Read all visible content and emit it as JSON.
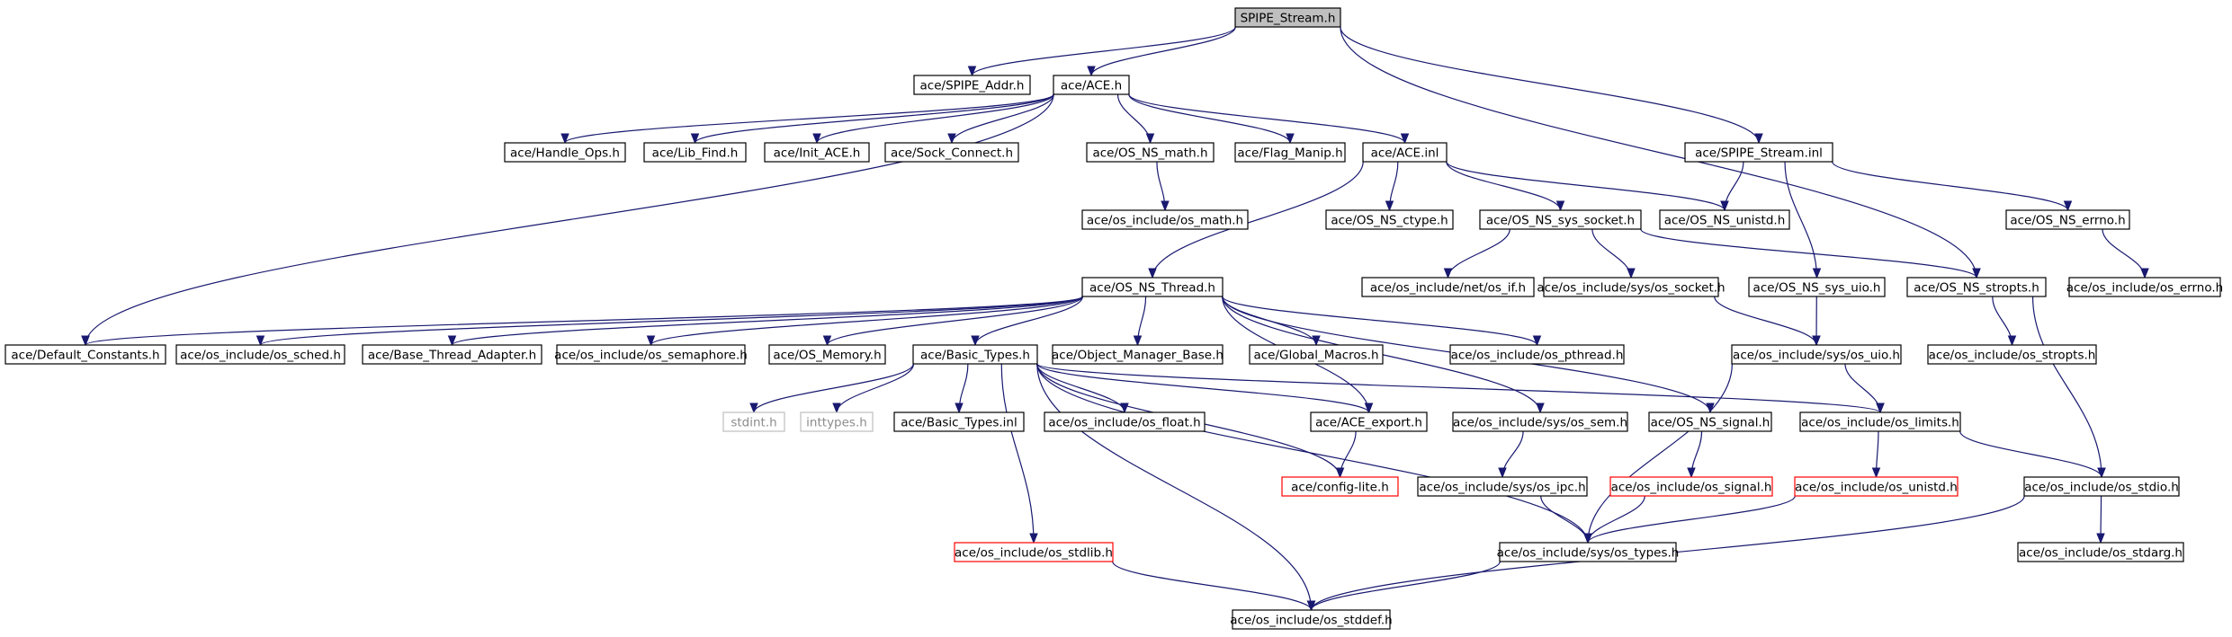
{
  "graph": {
    "colors": {
      "edge": "#191970",
      "node_border": "#000000",
      "missing_border": "#ff0000",
      "external_border": "#bfbfbf",
      "root_fill": "#bfbfbf",
      "background": "#ffffff"
    },
    "nodes": [
      {
        "id": "spipe_stream_h",
        "label": "SPIPE_Stream.h",
        "style": "root"
      },
      {
        "id": "spipe_addr",
        "label": "ace/SPIPE_Addr.h",
        "style": "normal"
      },
      {
        "id": "ace_h",
        "label": "ace/ACE.h",
        "style": "normal"
      },
      {
        "id": "spipe_stream_inl",
        "label": "ace/SPIPE_Stream.inl",
        "style": "normal"
      },
      {
        "id": "handle_ops",
        "label": "ace/Handle_Ops.h",
        "style": "normal"
      },
      {
        "id": "lib_find",
        "label": "ace/Lib_Find.h",
        "style": "normal"
      },
      {
        "id": "init_ace",
        "label": "ace/Init_ACE.h",
        "style": "normal"
      },
      {
        "id": "sock_connect",
        "label": "ace/Sock_Connect.h",
        "style": "normal"
      },
      {
        "id": "os_ns_math",
        "label": "ace/OS_NS_math.h",
        "style": "normal"
      },
      {
        "id": "flag_manip",
        "label": "ace/Flag_Manip.h",
        "style": "normal"
      },
      {
        "id": "ace_inl",
        "label": "ace/ACE.inl",
        "style": "normal"
      },
      {
        "id": "os_math",
        "label": "ace/os_include/os_math.h",
        "style": "normal"
      },
      {
        "id": "os_ns_ctype",
        "label": "ace/OS_NS_ctype.h",
        "style": "normal"
      },
      {
        "id": "os_ns_sys_socket",
        "label": "ace/OS_NS_sys_socket.h",
        "style": "normal"
      },
      {
        "id": "os_ns_unistd",
        "label": "ace/OS_NS_unistd.h",
        "style": "normal"
      },
      {
        "id": "os_ns_errno",
        "label": "ace/OS_NS_errno.h",
        "style": "normal"
      },
      {
        "id": "os_errno",
        "label": "ace/os_include/os_errno.h",
        "style": "normal"
      },
      {
        "id": "os_ns_thread",
        "label": "ace/OS_NS_Thread.h",
        "style": "normal"
      },
      {
        "id": "net_os_if",
        "label": "ace/os_include/net/os_if.h",
        "style": "normal"
      },
      {
        "id": "sys_os_socket",
        "label": "ace/os_include/sys/os_socket.h",
        "style": "normal"
      },
      {
        "id": "os_ns_sys_uio",
        "label": "ace/OS_NS_sys_uio.h",
        "style": "normal"
      },
      {
        "id": "os_ns_stropts",
        "label": "ace/OS_NS_stropts.h",
        "style": "normal"
      },
      {
        "id": "default_constants",
        "label": "ace/Default_Constants.h",
        "style": "normal"
      },
      {
        "id": "os_sched",
        "label": "ace/os_include/os_sched.h",
        "style": "normal"
      },
      {
        "id": "base_thread_adapter",
        "label": "ace/Base_Thread_Adapter.h",
        "style": "normal"
      },
      {
        "id": "os_semaphore",
        "label": "ace/os_include/os_semaphore.h",
        "style": "normal"
      },
      {
        "id": "os_memory",
        "label": "ace/OS_Memory.h",
        "style": "normal"
      },
      {
        "id": "basic_types_h",
        "label": "ace/Basic_Types.h",
        "style": "normal"
      },
      {
        "id": "object_manager_base",
        "label": "ace/Object_Manager_Base.h",
        "style": "normal"
      },
      {
        "id": "global_macros",
        "label": "ace/Global_Macros.h",
        "style": "normal"
      },
      {
        "id": "os_pthread",
        "label": "ace/os_include/os_pthread.h",
        "style": "normal"
      },
      {
        "id": "sys_os_uio",
        "label": "ace/os_include/sys/os_uio.h",
        "style": "normal"
      },
      {
        "id": "os_stropts",
        "label": "ace/os_include/os_stropts.h",
        "style": "normal"
      },
      {
        "id": "stdint",
        "label": "stdint.h",
        "style": "external"
      },
      {
        "id": "inttypes",
        "label": "inttypes.h",
        "style": "external"
      },
      {
        "id": "basic_types_inl",
        "label": "ace/Basic_Types.inl",
        "style": "normal"
      },
      {
        "id": "os_float",
        "label": "ace/os_include/os_float.h",
        "style": "normal"
      },
      {
        "id": "ace_export",
        "label": "ace/ACE_export.h",
        "style": "normal"
      },
      {
        "id": "sys_os_sem",
        "label": "ace/os_include/sys/os_sem.h",
        "style": "normal"
      },
      {
        "id": "os_ns_signal",
        "label": "ace/OS_NS_signal.h",
        "style": "normal"
      },
      {
        "id": "os_limits",
        "label": "ace/os_include/os_limits.h",
        "style": "normal"
      },
      {
        "id": "config_lite",
        "label": "ace/config-lite.h",
        "style": "missing"
      },
      {
        "id": "sys_os_ipc",
        "label": "ace/os_include/sys/os_ipc.h",
        "style": "normal"
      },
      {
        "id": "os_signal",
        "label": "ace/os_include/os_signal.h",
        "style": "missing"
      },
      {
        "id": "os_unistd",
        "label": "ace/os_include/os_unistd.h",
        "style": "missing"
      },
      {
        "id": "os_stdio",
        "label": "ace/os_include/os_stdio.h",
        "style": "normal"
      },
      {
        "id": "os_stdlib",
        "label": "ace/os_include/os_stdlib.h",
        "style": "missing"
      },
      {
        "id": "sys_os_types",
        "label": "ace/os_include/sys/os_types.h",
        "style": "normal"
      },
      {
        "id": "os_stdarg",
        "label": "ace/os_include/os_stdarg.h",
        "style": "normal"
      },
      {
        "id": "os_stddef",
        "label": "ace/os_include/os_stddef.h",
        "style": "normal"
      }
    ],
    "edges": [
      [
        "spipe_stream_h",
        "spipe_addr"
      ],
      [
        "spipe_stream_h",
        "ace_h"
      ],
      [
        "spipe_stream_h",
        "spipe_stream_inl"
      ],
      [
        "spipe_stream_h",
        "os_ns_stropts"
      ],
      [
        "ace_h",
        "handle_ops"
      ],
      [
        "ace_h",
        "lib_find"
      ],
      [
        "ace_h",
        "init_ace"
      ],
      [
        "ace_h",
        "sock_connect"
      ],
      [
        "ace_h",
        "os_ns_math"
      ],
      [
        "ace_h",
        "flag_manip"
      ],
      [
        "ace_h",
        "ace_inl"
      ],
      [
        "ace_h",
        "default_constants"
      ],
      [
        "os_ns_math",
        "os_math"
      ],
      [
        "ace_inl",
        "os_ns_ctype"
      ],
      [
        "ace_inl",
        "os_ns_sys_socket"
      ],
      [
        "ace_inl",
        "os_ns_unistd"
      ],
      [
        "ace_inl",
        "os_ns_thread"
      ],
      [
        "spipe_stream_inl",
        "os_ns_unistd"
      ],
      [
        "spipe_stream_inl",
        "os_ns_errno"
      ],
      [
        "spipe_stream_inl",
        "os_ns_sys_uio"
      ],
      [
        "os_ns_errno",
        "os_errno"
      ],
      [
        "os_ns_sys_socket",
        "net_os_if"
      ],
      [
        "os_ns_sys_socket",
        "sys_os_socket"
      ],
      [
        "os_ns_sys_socket",
        "os_ns_stropts"
      ],
      [
        "sys_os_socket",
        "sys_os_uio"
      ],
      [
        "os_ns_sys_uio",
        "sys_os_uio"
      ],
      [
        "os_ns_stropts",
        "os_stropts"
      ],
      [
        "os_ns_stropts",
        "os_stdio"
      ],
      [
        "os_ns_thread",
        "default_constants"
      ],
      [
        "os_ns_thread",
        "os_sched"
      ],
      [
        "os_ns_thread",
        "base_thread_adapter"
      ],
      [
        "os_ns_thread",
        "os_semaphore"
      ],
      [
        "os_ns_thread",
        "os_memory"
      ],
      [
        "os_ns_thread",
        "basic_types_h"
      ],
      [
        "os_ns_thread",
        "object_manager_base"
      ],
      [
        "os_ns_thread",
        "global_macros"
      ],
      [
        "os_ns_thread",
        "os_pthread"
      ],
      [
        "os_ns_thread",
        "ace_export"
      ],
      [
        "os_ns_thread",
        "sys_os_sem"
      ],
      [
        "os_ns_thread",
        "os_ns_signal"
      ],
      [
        "basic_types_h",
        "stdint"
      ],
      [
        "basic_types_h",
        "inttypes"
      ],
      [
        "basic_types_h",
        "basic_types_inl"
      ],
      [
        "basic_types_h",
        "os_float"
      ],
      [
        "basic_types_h",
        "ace_export"
      ],
      [
        "basic_types_h",
        "config_lite"
      ],
      [
        "basic_types_h",
        "os_limits"
      ],
      [
        "basic_types_h",
        "sys_os_types"
      ],
      [
        "basic_types_h",
        "os_stdlib"
      ],
      [
        "basic_types_h",
        "os_stddef"
      ],
      [
        "ace_export",
        "config_lite"
      ],
      [
        "sys_os_uio",
        "os_limits"
      ],
      [
        "sys_os_uio",
        "sys_os_types"
      ],
      [
        "sys_os_sem",
        "sys_os_ipc"
      ],
      [
        "sys_os_ipc",
        "sys_os_types"
      ],
      [
        "os_ns_signal",
        "os_signal"
      ],
      [
        "os_signal",
        "sys_os_types"
      ],
      [
        "os_limits",
        "os_unistd"
      ],
      [
        "os_limits",
        "os_stdio"
      ],
      [
        "os_unistd",
        "sys_os_types"
      ],
      [
        "os_stdio",
        "os_stdarg"
      ],
      [
        "os_stdio",
        "os_stddef"
      ],
      [
        "os_stdlib",
        "os_stddef"
      ],
      [
        "sys_os_types",
        "os_stddef"
      ]
    ]
  }
}
